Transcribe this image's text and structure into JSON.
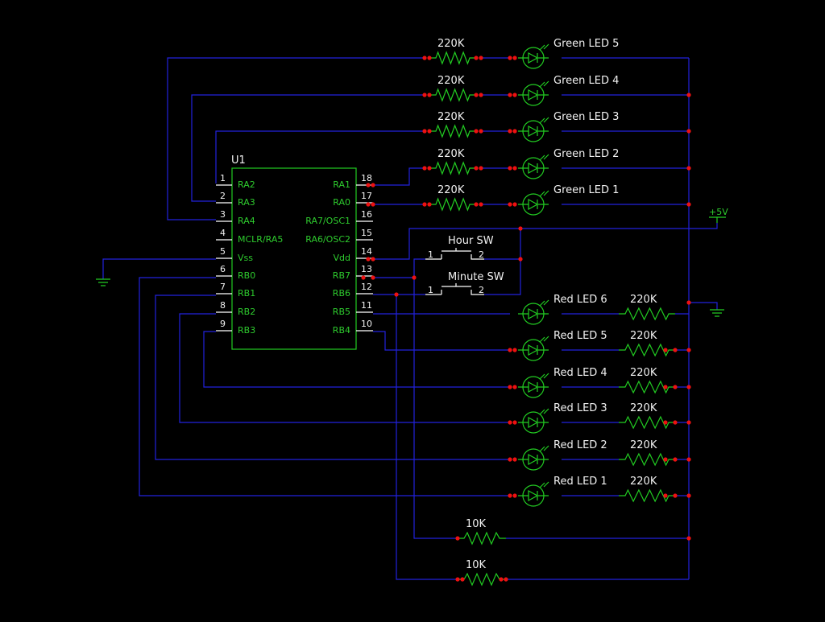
{
  "ic": {
    "designator": "U1",
    "left_pins": [
      {
        "num": "1",
        "name": "RA2"
      },
      {
        "num": "2",
        "name": "RA3"
      },
      {
        "num": "3",
        "name": "RA4"
      },
      {
        "num": "4",
        "name": "MCLR/RA5"
      },
      {
        "num": "5",
        "name": "Vss"
      },
      {
        "num": "6",
        "name": "RB0"
      },
      {
        "num": "7",
        "name": "RB1"
      },
      {
        "num": "8",
        "name": "RB2"
      },
      {
        "num": "9",
        "name": "RB3"
      }
    ],
    "right_pins": [
      {
        "num": "18",
        "name": "RA1"
      },
      {
        "num": "17",
        "name": "RA0"
      },
      {
        "num": "16",
        "name": "RA7/OSC1"
      },
      {
        "num": "15",
        "name": "RA6/OSC2"
      },
      {
        "num": "14",
        "name": "Vdd"
      },
      {
        "num": "13",
        "name": "RB7"
      },
      {
        "num": "12",
        "name": "RB6"
      },
      {
        "num": "11",
        "name": "RB5"
      },
      {
        "num": "10",
        "name": "RB4"
      }
    ]
  },
  "green_rows": [
    {
      "resistor": "220K",
      "led": "Green LED 5"
    },
    {
      "resistor": "220K",
      "led": "Green LED 4"
    },
    {
      "resistor": "220K",
      "led": "Green LED 3"
    },
    {
      "resistor": "220K",
      "led": "Green LED 2"
    },
    {
      "resistor": "220K",
      "led": "Green LED 1"
    }
  ],
  "red_rows": [
    {
      "resistor": "220K",
      "led": "Red LED 6"
    },
    {
      "resistor": "220K",
      "led": "Red LED 5"
    },
    {
      "resistor": "220K",
      "led": "Red LED 4"
    },
    {
      "resistor": "220K",
      "led": "Red LED 3"
    },
    {
      "resistor": "220K",
      "led": "Red LED 2"
    },
    {
      "resistor": "220K",
      "led": "Red LED 1"
    }
  ],
  "switches": [
    {
      "label": "Hour SW",
      "pin1": "1",
      "pin2": "2"
    },
    {
      "label": "Minute SW",
      "pin1": "1",
      "pin2": "2"
    }
  ],
  "pullups": [
    {
      "label": "10K"
    },
    {
      "label": "10K"
    }
  ],
  "power_label": "+5V",
  "colors": {
    "wire": "#2222dd",
    "component": "#22cc22",
    "junction": "#ee1111",
    "text": "#f2f2f2",
    "pin_name": "#2ecc2e"
  }
}
